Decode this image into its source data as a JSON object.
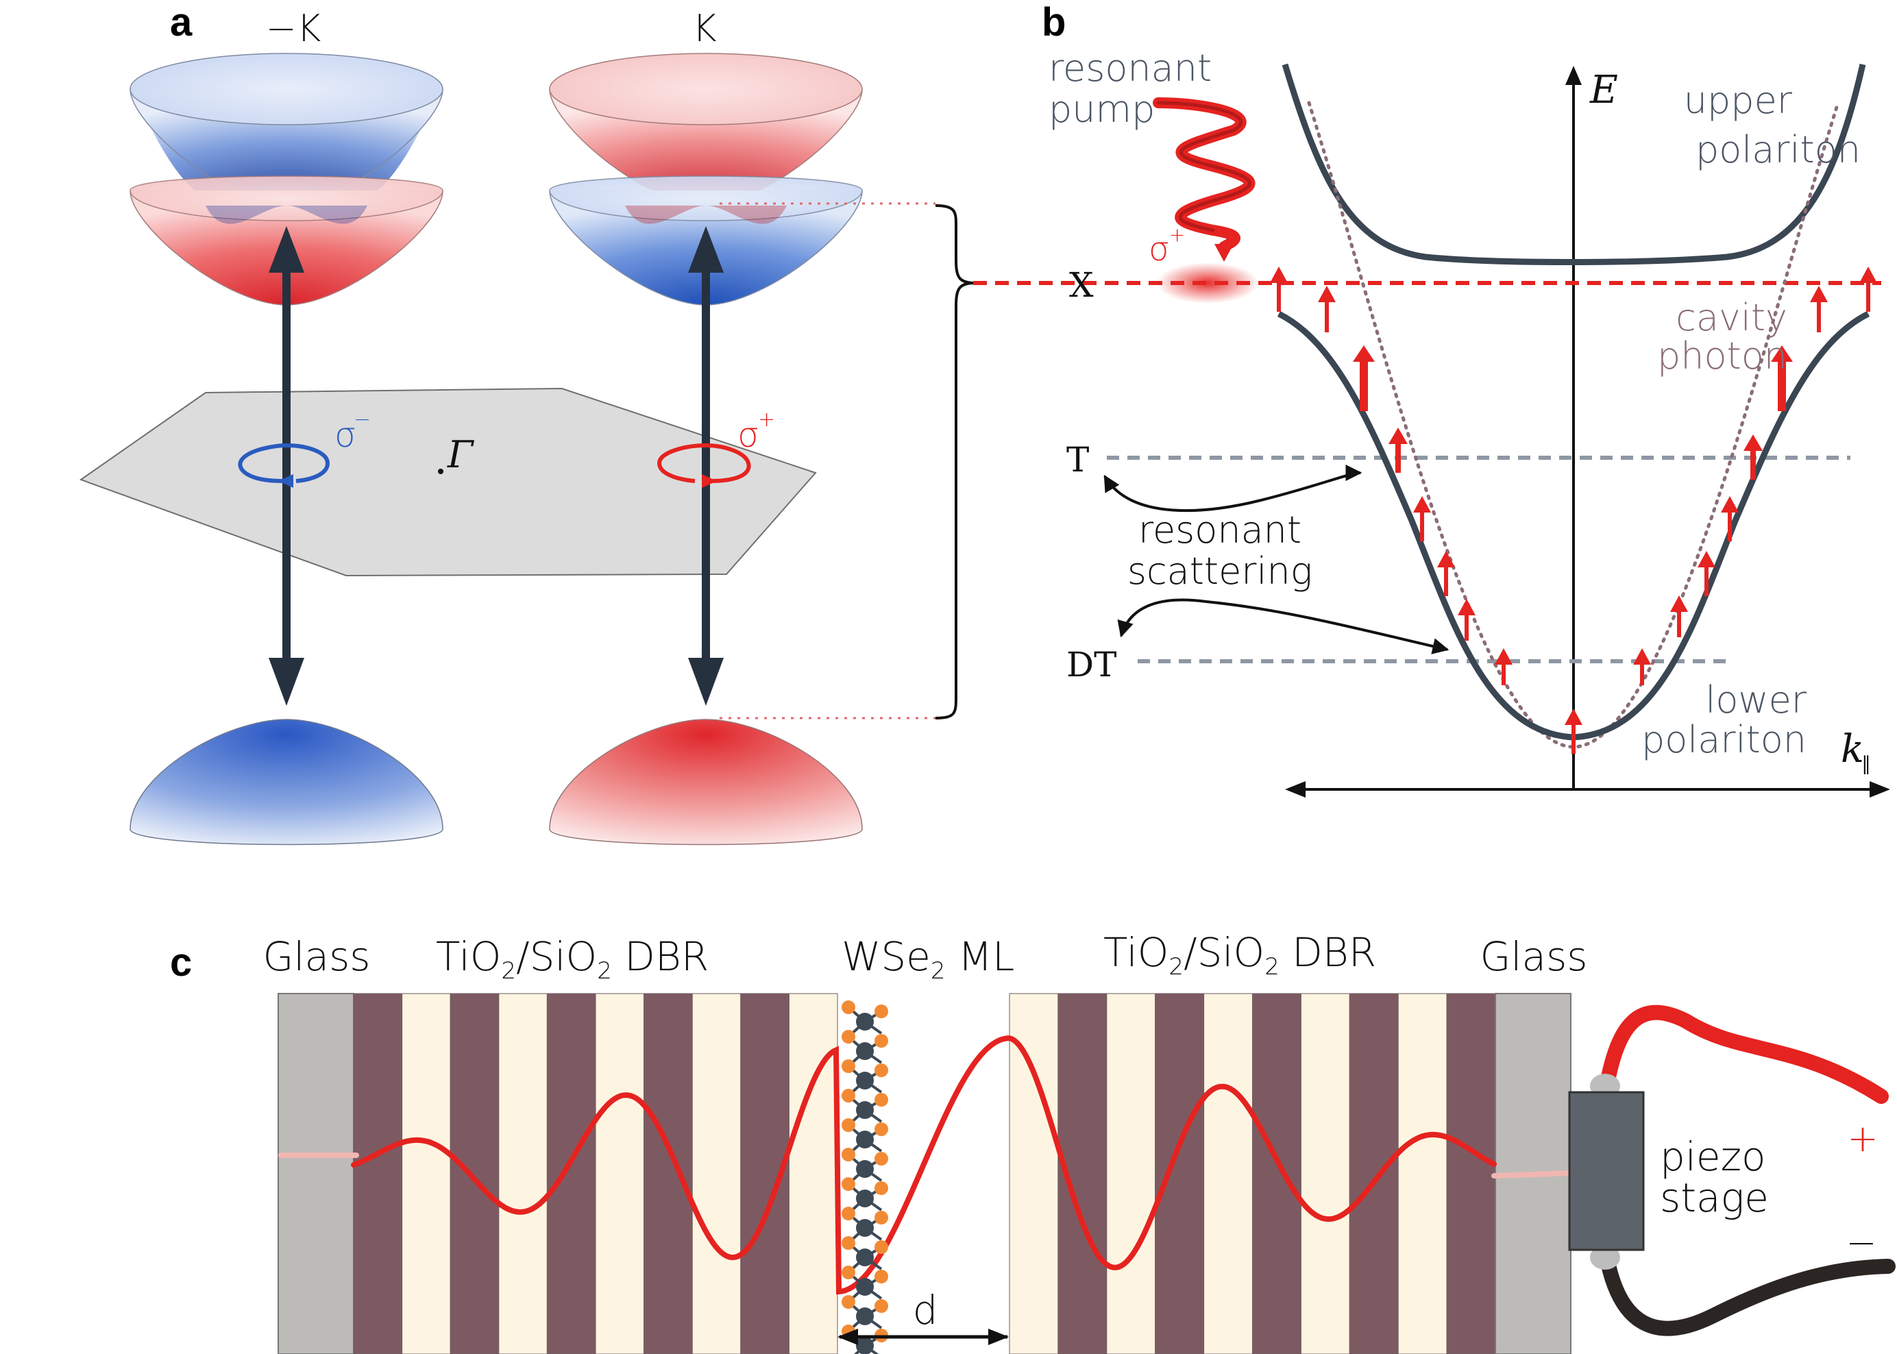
{
  "panels": {
    "a": "a",
    "b": "b",
    "c": "c"
  },
  "panel_a": {
    "valley_left": "−K",
    "valley_right": "K",
    "gamma": "Γ",
    "sigma_minus": "σ",
    "sigma_minus_sup": "−",
    "sigma_plus": "σ",
    "sigma_plus_sup": "+"
  },
  "panel_b": {
    "pump_line1": "resonant",
    "pump_line2": "pump",
    "pump_sigma": "σ",
    "pump_sigma_sup": "+",
    "axis_e": "E",
    "axis_k": "k",
    "axis_k_sub": "∥",
    "level_x": "X",
    "level_t": "T",
    "level_dt": "DT",
    "upper_line1": "upper",
    "upper_line2": "polariton",
    "cavity_line1": "cavity",
    "cavity_line2": "photon",
    "lower_line1": "lower",
    "lower_line2": "polariton",
    "scatter_line1": "resonant",
    "scatter_line2": "scattering"
  },
  "panel_c": {
    "glass_left": "Glass",
    "dbr_left_a": "TiO",
    "dbr_left_sub1": "2",
    "dbr_left_b": "/SiO",
    "dbr_left_sub2": "2",
    "dbr_left_c": " DBR",
    "ml_a": "WSe",
    "ml_sub": "2",
    "ml_b": " ML",
    "dbr_right_a": "TiO",
    "dbr_right_sub1": "2",
    "dbr_right_b": "/SiO",
    "dbr_right_sub2": "2",
    "dbr_right_c": " DBR",
    "glass_right": "Glass",
    "gap": "d",
    "piezo_line1": "piezo",
    "piezo_line2": "stage",
    "plus": "+",
    "minus": "−"
  },
  "colors": {
    "red": "#e52320",
    "blue": "#2a5bbf",
    "dark": "#25313f",
    "mauve": "#7d5a62",
    "cream": "#fdf5e2",
    "glass": "#bdbbb8",
    "grey_level": "#8e97a3"
  }
}
